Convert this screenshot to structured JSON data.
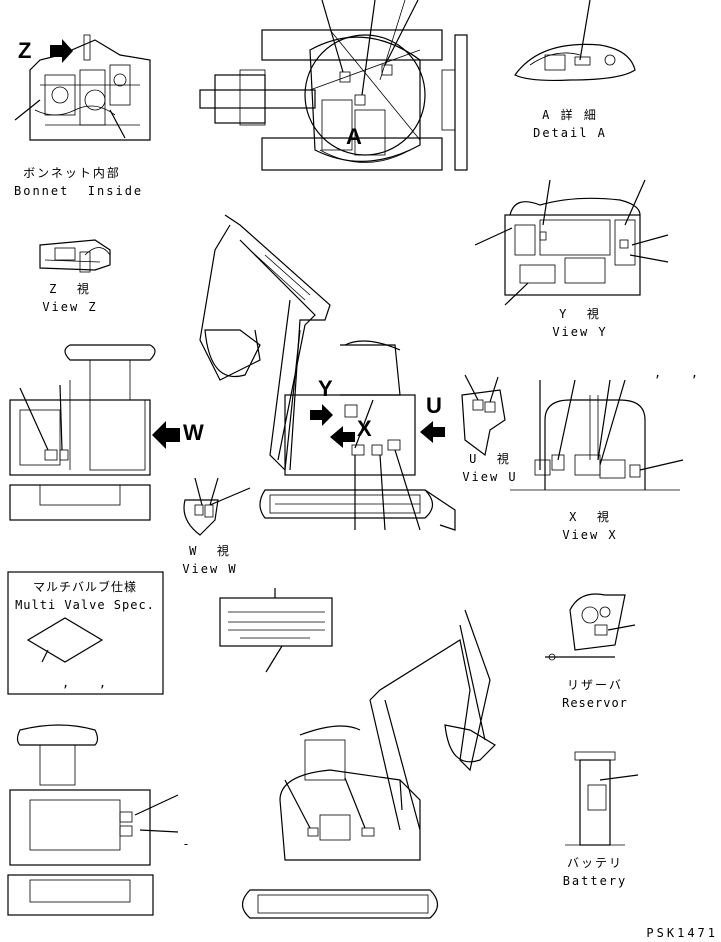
{
  "views": {
    "bonnet": {
      "jp": "ボンネット内部",
      "en": "Bonnet  Inside"
    },
    "detail_a": {
      "jp": "A 詳 細",
      "en": "Detail A"
    },
    "view_z": {
      "jp": "Z  視",
      "en": "View Z"
    },
    "view_y": {
      "jp": "Y  視",
      "en": "View Y"
    },
    "view_u": {
      "jp": "U  視",
      "en": "View U"
    },
    "view_x": {
      "jp": "X  視",
      "en": "View X"
    },
    "view_w": {
      "jp": "W  視",
      "en": "View W"
    },
    "multi_valve": {
      "jp": "マルチバルブ仕様",
      "en": "Multi Valve Spec."
    },
    "reservor": {
      "jp": "リザーバ",
      "en": "Reservor"
    },
    "battery": {
      "jp": "バッテリ",
      "en": "Battery"
    }
  },
  "view_letters": {
    "z": "Z",
    "a": "A",
    "y": "Y",
    "x": "X",
    "u": "U",
    "w": "W"
  },
  "marks": {
    "comma_pair_top": ",   ,",
    "comma_pair_bottom": ",   ,",
    "dash": "-"
  },
  "drawing_number": "PSK1471"
}
